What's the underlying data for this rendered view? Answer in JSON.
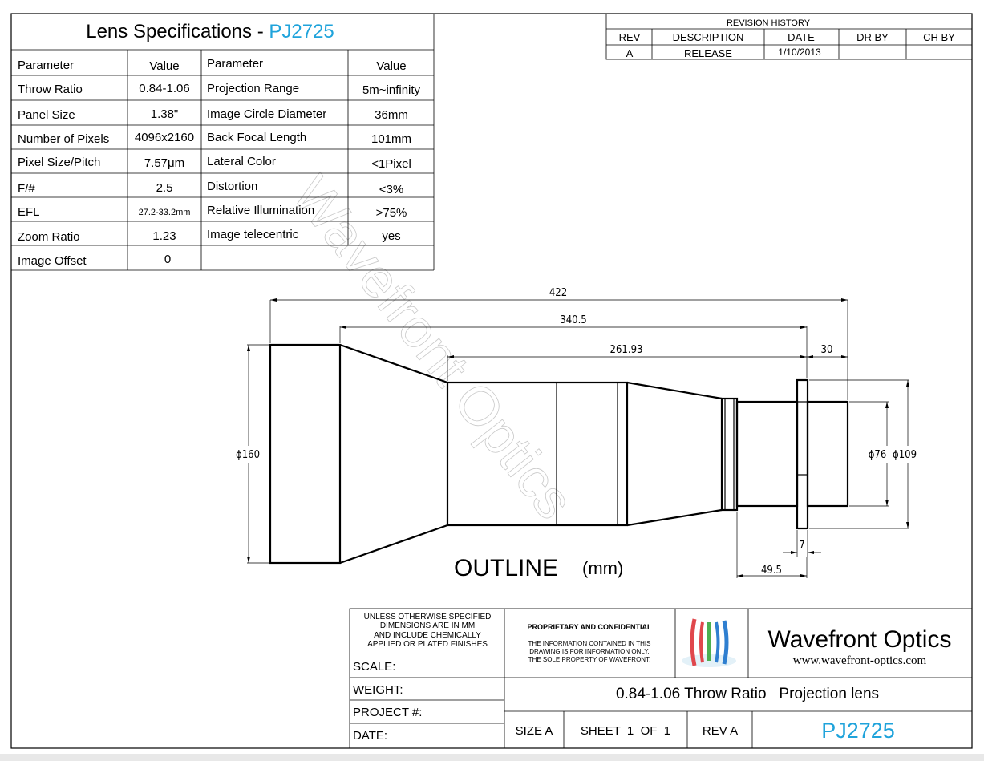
{
  "spec_table": {
    "title_prefix": "Lens Specifications - ",
    "title_model": "PJ2725",
    "header": {
      "param_a": "Parameter",
      "value_a": "Value",
      "param_b": "Parameter",
      "value_b": "Value"
    },
    "rows": [
      {
        "pa": "Throw Ratio",
        "va": "0.84-1.06",
        "pb": "Projection Range",
        "vb": "5m~infinity"
      },
      {
        "pa": "Panel Size",
        "va": "1.38\"",
        "pb": "Image Circle Diameter",
        "vb": "36mm"
      },
      {
        "pa": "Number of Pixels",
        "va": "4096x2160",
        "pb": "Back Focal Length",
        "vb": "101mm"
      },
      {
        "pa": "Pixel Size/Pitch",
        "va": "7.57μm",
        "pb": "Lateral Color",
        "vb": "<1Pixel"
      },
      {
        "pa": "F/#",
        "va": "2.5",
        "pb": "Distortion",
        "vb": "<3%"
      },
      {
        "pa": "EFL",
        "va": "27.2-33.2mm",
        "pb": "Relative Illumination",
        "vb": ">75%"
      },
      {
        "pa": "Zoom Ratio",
        "va": "1.23",
        "pb": "Image telecentric",
        "vb": "yes"
      },
      {
        "pa": "Image Offset",
        "va": "0",
        "pb": "",
        "vb": ""
      }
    ]
  },
  "revision": {
    "title": "REVISION HISTORY",
    "headers": [
      "REV",
      "DESCRIPTION",
      "DATE",
      "DR BY",
      "CH BY"
    ],
    "rows": [
      [
        "A",
        "RELEASE",
        "1/10/2013",
        "",
        ""
      ]
    ]
  },
  "drawing": {
    "outline_label": "OUTLINE",
    "unit_label": "(mm)",
    "dims": {
      "overall_length": "422",
      "length_2": "340.5",
      "length_3": "261.93",
      "flange_to_end": "30",
      "front_diameter": "ϕ160",
      "rear_diameter": "ϕ76",
      "flange_diameter": "ϕ109",
      "flange_thickness": "7",
      "rear_section": "49.5"
    }
  },
  "watermark": "Wavefront Optics",
  "title_block": {
    "notes": [
      "UNLESS OTHERWISE SPECIFIED",
      "DIMENSIONS ARE IN MM",
      "AND INCLUDE CHEMICALLY",
      "APPLIED OR PLATED FINISHES"
    ],
    "scale_label": "SCALE:",
    "weight_label": "WEIGHT:",
    "project_label": "PROJECT #:",
    "date_label": "DATE:",
    "prop_title": "PROPRIETARY AND CONFIDENTIAL",
    "prop_lines": [
      "THE INFORMATION CONTAINED IN THIS",
      "DRAWING IS FOR INFORMATION ONLY.",
      "THE SOLE PROPERTY OF WAVEFRONT."
    ],
    "company": "Wavefront Optics",
    "website": "www.wavefront-optics.com",
    "description": "0.84-1.06 Throw Ratio   Projection lens",
    "size": "SIZE A",
    "sheet": "SHEET  1  OF  1",
    "rev": "REV A",
    "part_number": "PJ2725"
  },
  "colors": {
    "accent": "#1fa3db",
    "logo_red": "#e0474c",
    "logo_green": "#4caf50",
    "logo_blue": "#2f7fd0"
  }
}
